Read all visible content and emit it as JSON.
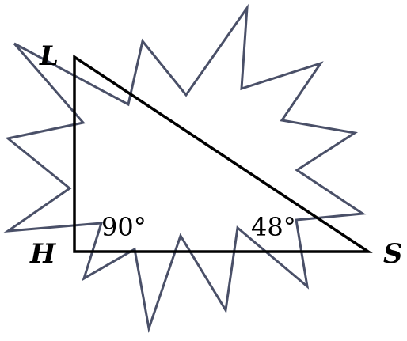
{
  "vertices": {
    "L": "L",
    "H": "H",
    "S": "S"
  },
  "angles": {
    "H": "90°",
    "S": "48°"
  },
  "colors": {
    "triangle_stroke": "#000000",
    "burst_stroke": "#4a5068",
    "background": "#ffffff"
  }
}
